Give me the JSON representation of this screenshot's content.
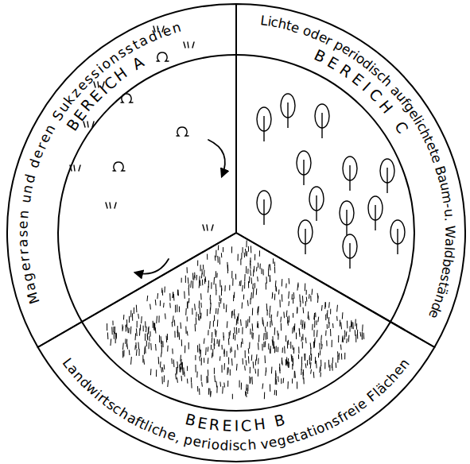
{
  "diagram": {
    "nodes": [
      {
        "text": [
          "Magerrasen und deren Sukzessionsstadien",
          "BEREICH A"
        ]
      },
      {
        "text": [
          "Landwirtschaftliche, periodisch vegetationsfreie Flächen",
          "BEREICH B"
        ]
      },
      {
        "text": [
          "Lichte oder periodisch aufgelichtete Baum-u. Waldbestände",
          "BEREICH C"
        ]
      }
    ]
  }
}
